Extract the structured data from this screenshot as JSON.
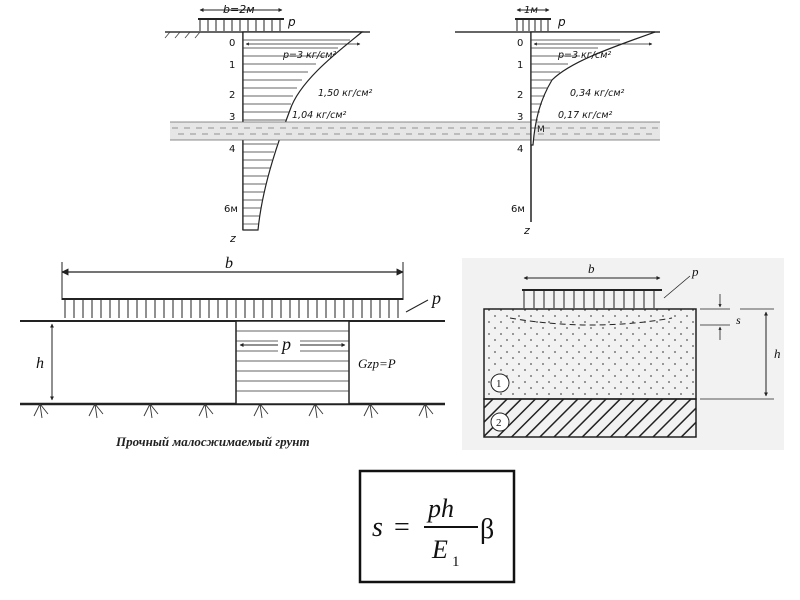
{
  "top_left": {
    "width_label": "b=2м",
    "load_label": "p",
    "depth_ticks": [
      "0",
      "1",
      "2",
      "3",
      "4",
      "6м"
    ],
    "z_label": "z",
    "p_label": "p=3 кг/см²",
    "stress_mid": "1,50 кг/см²",
    "stress_low": "1,04 кг/см²"
  },
  "top_right": {
    "width_label": "1м",
    "load_label": "p",
    "depth_ticks": [
      "0",
      "1",
      "2",
      "3",
      "4",
      "6м"
    ],
    "z_label": "z",
    "p_label": "p=3 кг/см²",
    "stress_mid": "0,34 кг/см²",
    "stress_low": "0,17 кг/см²",
    "point_label": "M"
  },
  "mid_left": {
    "width_label": "b",
    "load_label": "p",
    "stress_label": "p",
    "h_label": "h",
    "equality": "Gzp=P",
    "caption": "Прочный малосжимаемый грунт"
  },
  "mid_right": {
    "width_label": "b",
    "load_label": "p",
    "s_label": "s",
    "h_label": "h",
    "layer1": "1",
    "layer2": "2"
  },
  "formula": {
    "lhs": "s",
    "equals": "=",
    "numerator": "ph",
    "denominator": "E",
    "sub": "1",
    "factor": "β"
  }
}
